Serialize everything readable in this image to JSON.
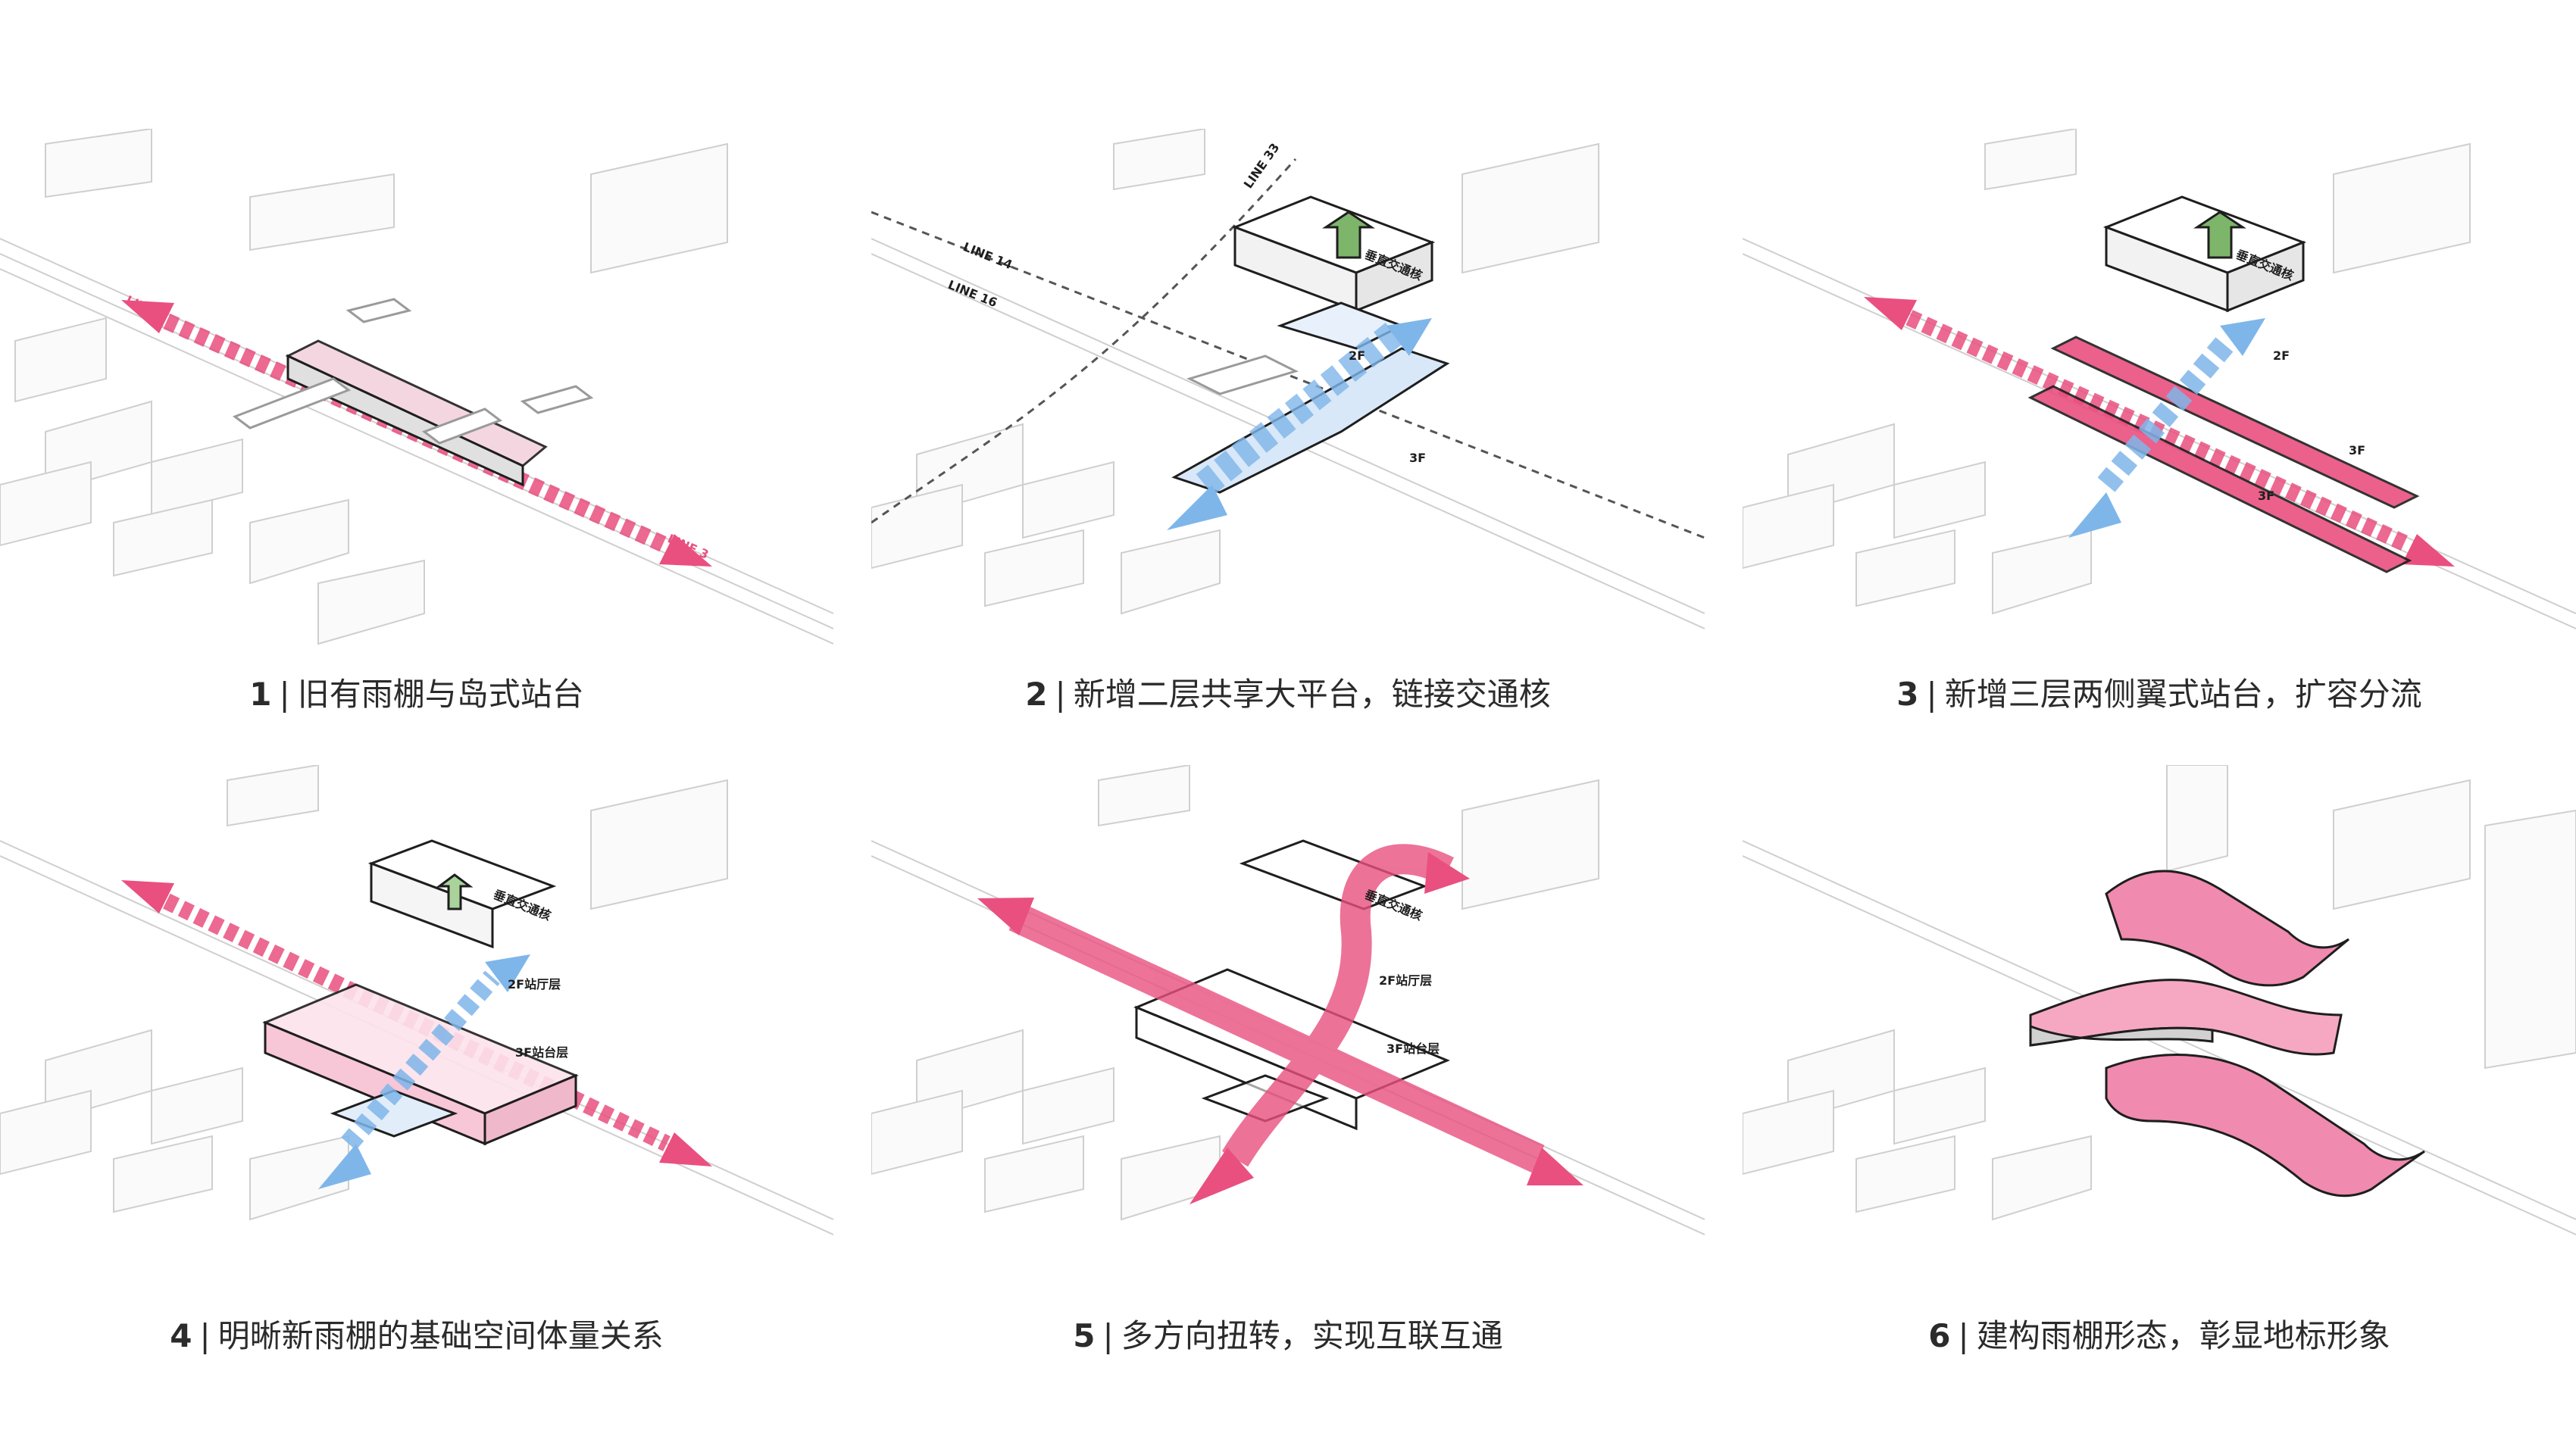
{
  "panels": [
    {
      "number": "1",
      "text": "旧有雨棚与岛式站台",
      "labels": [
        "LINE 3",
        "LINE 3"
      ]
    },
    {
      "number": "2",
      "text": "新增二层共享大平台，链接交通核",
      "labels": [
        "LINE 33",
        "LINE 14",
        "LINE 16",
        "垂直交通核",
        "2F",
        "3F"
      ]
    },
    {
      "number": "3",
      "text": "新增三层两侧翼式站台，扩容分流",
      "labels": [
        "垂直交通核",
        "2F",
        "3F",
        "3F"
      ]
    },
    {
      "number": "4",
      "text": "明晰新雨棚的基础空间体量关系",
      "labels": [
        "垂直交通核",
        "2F站厅层",
        "3F站台层"
      ]
    },
    {
      "number": "5",
      "text": "多方向扭转，实现互联互通",
      "labels": [
        "垂直交通核",
        "2F站厅层",
        "3F站台层"
      ]
    },
    {
      "number": "6",
      "text": "建构雨棚形态，彰显地标形象",
      "labels": []
    }
  ],
  "separator": "|",
  "colors": {
    "pink": "#e9507f",
    "pink_light": "#f59ab8",
    "blue": "#7fb6ea",
    "green": "#7db56a",
    "outline": "#1e1e1e",
    "context": "#cfcfcf"
  }
}
